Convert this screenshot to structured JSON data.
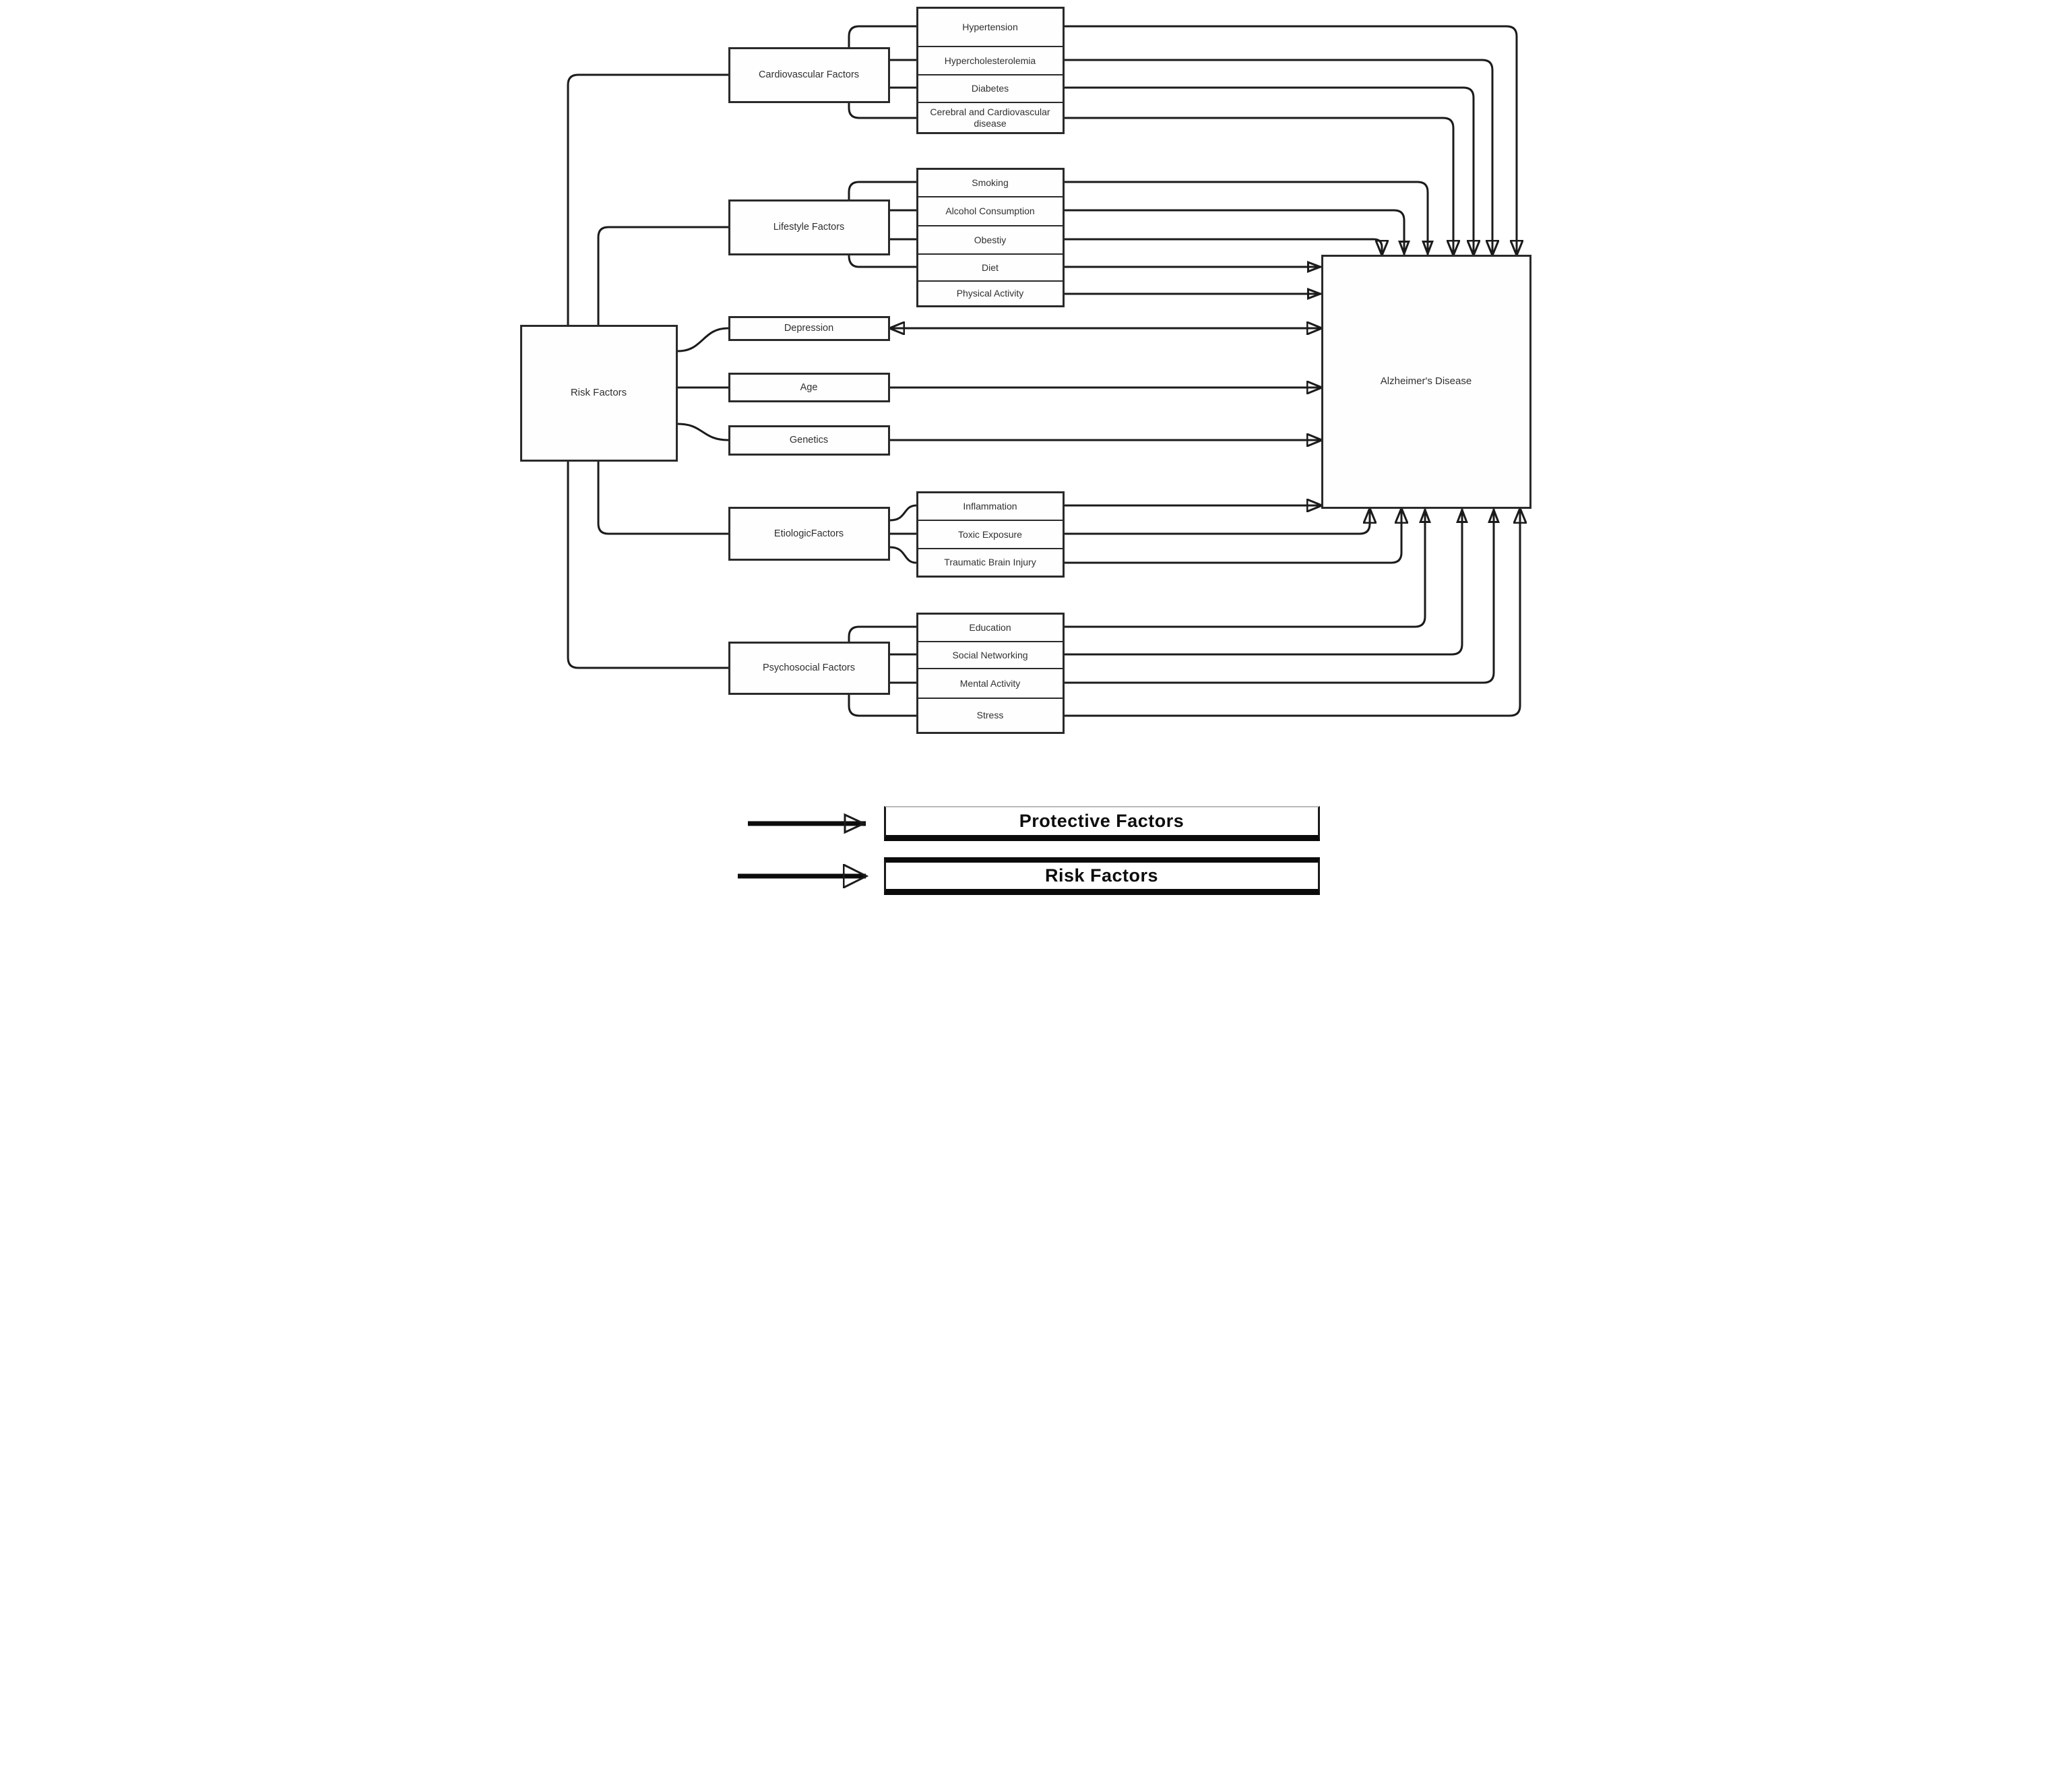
{
  "nodes": {
    "risk_factors": {
      "label": "Risk Factors"
    },
    "alzheimers": {
      "label": "Alzheimer's Disease"
    }
  },
  "groups": [
    {
      "label": "Cardiovascular Factors",
      "items": [
        {
          "label": "Hypertension",
          "arrowhead": "filled",
          "effect": "risk",
          "enters": "top"
        },
        {
          "label": "Hypercholesterolemia",
          "arrowhead": "filled",
          "effect": "risk",
          "enters": "top"
        },
        {
          "label": "Diabetes",
          "arrowhead": "filled",
          "effect": "risk",
          "enters": "top"
        },
        {
          "label": "Cerebral and Cardiovascular disease",
          "arrowhead": "filled",
          "effect": "risk",
          "enters": "top"
        }
      ]
    },
    {
      "label": "Lifestyle Factors",
      "items": [
        {
          "label": "Smoking",
          "arrowhead": "hollow",
          "effect": "protective",
          "enters": "top"
        },
        {
          "label": "Alcohol Consumption",
          "arrowhead": "hollow",
          "effect": "protective",
          "enters": "top"
        },
        {
          "label": "Obestiy",
          "arrowhead": "filled",
          "effect": "risk",
          "enters": "top"
        },
        {
          "label": "Diet",
          "arrowhead": "hollow",
          "effect": "protective",
          "enters": "left"
        },
        {
          "label": "Physical Activity",
          "arrowhead": "hollow",
          "effect": "protective",
          "enters": "left"
        }
      ]
    },
    {
      "label": "EtiologicFactors",
      "items": [
        {
          "label": "Inflammation",
          "arrowhead": "filled",
          "effect": "risk",
          "enters": "left"
        },
        {
          "label": "Toxic Exposure",
          "arrowhead": "filled",
          "effect": "risk",
          "enters": "bottom"
        },
        {
          "label": "Traumatic Brain Injury",
          "arrowhead": "filled",
          "effect": "risk",
          "enters": "bottom"
        }
      ]
    },
    {
      "label": "Psychosocial Factors",
      "items": [
        {
          "label": "Education",
          "arrowhead": "hollow",
          "effect": "protective",
          "enters": "bottom"
        },
        {
          "label": "Social Networking",
          "arrowhead": "hollow",
          "effect": "protective",
          "enters": "bottom"
        },
        {
          "label": "Mental Activity",
          "arrowhead": "hollow",
          "effect": "protective",
          "enters": "bottom"
        },
        {
          "label": "Stress",
          "arrowhead": "filled",
          "effect": "risk",
          "enters": "bottom"
        }
      ]
    }
  ],
  "direct_factors": [
    {
      "label": "Depression",
      "arrowhead": "filled",
      "effect": "risk",
      "bidirectional": true,
      "enters": "left"
    },
    {
      "label": "Age",
      "arrowhead": "filled",
      "effect": "risk",
      "enters": "left"
    },
    {
      "label": "Genetics",
      "arrowhead": "filled",
      "effect": "risk",
      "enters": "left"
    }
  ],
  "legend": [
    {
      "label": "Protective Factors",
      "arrowhead": "hollow"
    },
    {
      "label": "Risk Factors",
      "arrowhead": "filled"
    }
  ],
  "colors": {
    "line": "#1b1b1b",
    "background": "#ffffff",
    "box_fill": "#ffffff"
  }
}
